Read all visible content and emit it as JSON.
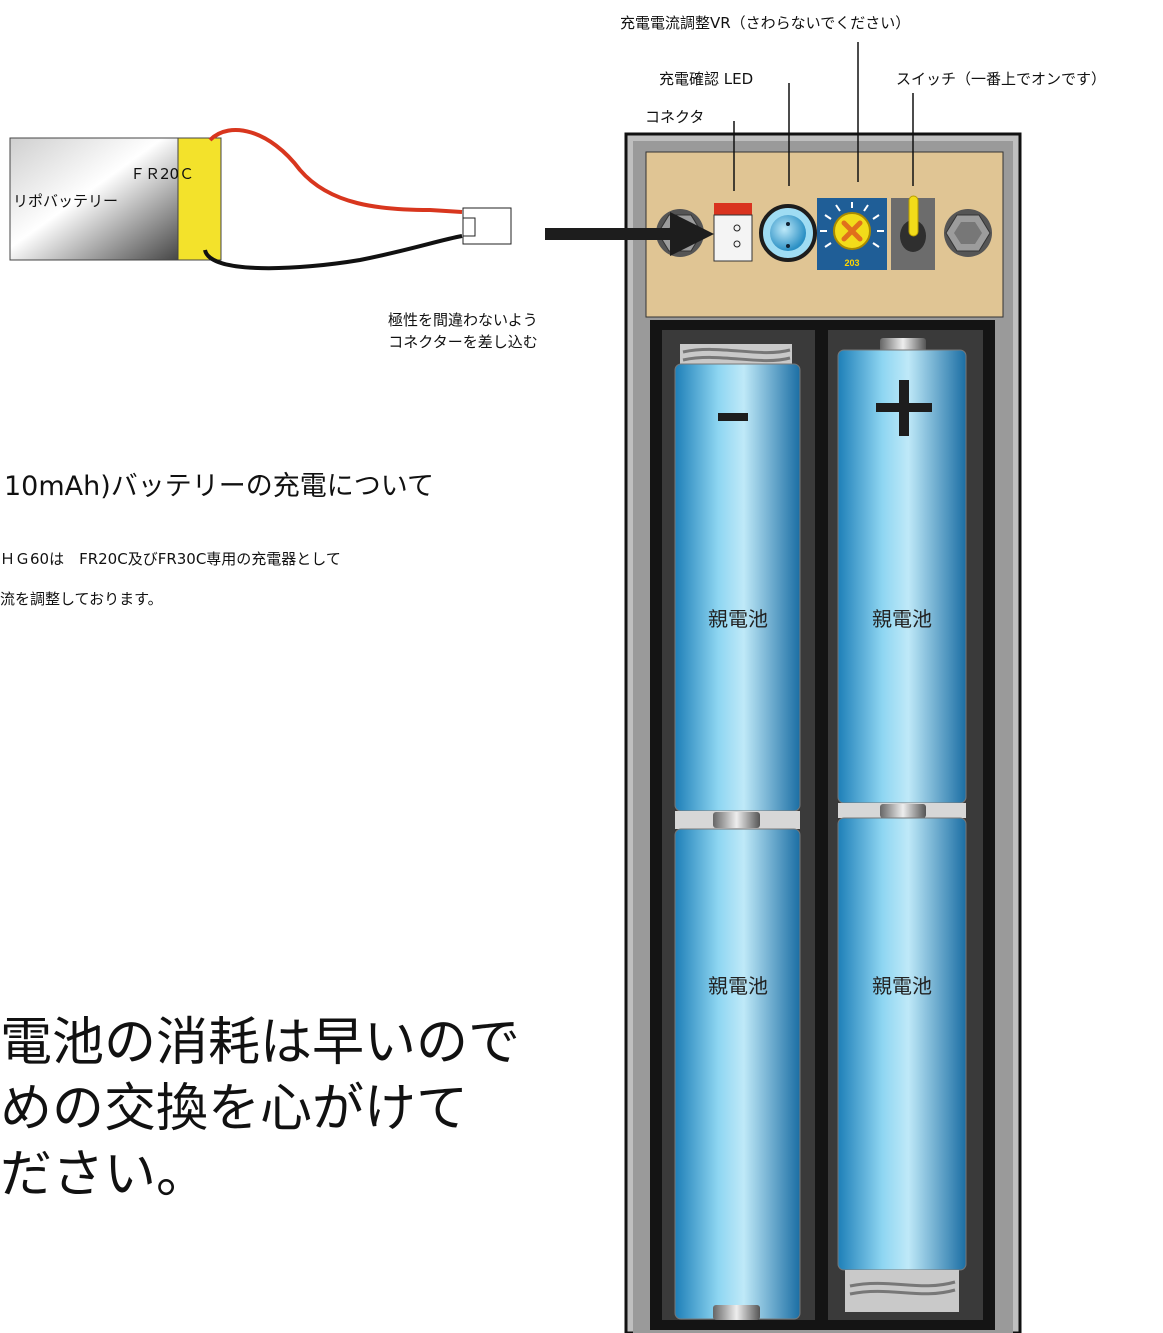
{
  "labels": {
    "vr": "充電電流調整VR（さわらないでください）",
    "led": "充電確認 LED",
    "switch": "スイッチ（一番上でオンです）",
    "connector": "コネクタ",
    "polarity": [
      "極性を間違わないよう",
      "コネクターを差し込む"
    ],
    "vr_value": "203"
  },
  "battery": {
    "name": "ＦＲ20Ｃ",
    "subtitle": "リポバッテリー"
  },
  "main_title": "10mAh)バッテリーの充電について",
  "description": [
    "ＨＧ60は　FR20C及びFR30C専用の充電器として",
    "流を調整しております。"
  ],
  "note": [
    "電池の消耗は早いので",
    "めの交換を心がけて",
    "ださい。"
  ],
  "cells": {
    "left": {
      "sign": "-",
      "top_label": "親電池",
      "bottom_label": "親電池"
    },
    "right": {
      "sign": "+",
      "top_label": "親電池",
      "bottom_label": "親電池"
    }
  },
  "colors": {
    "panel": "#e0c594",
    "cell_cyan": "#3aa8d8",
    "switch_yellow": "#f2dc1a",
    "battery_label_yellow": "#f3e22b",
    "wire_red": "#d8361e"
  }
}
